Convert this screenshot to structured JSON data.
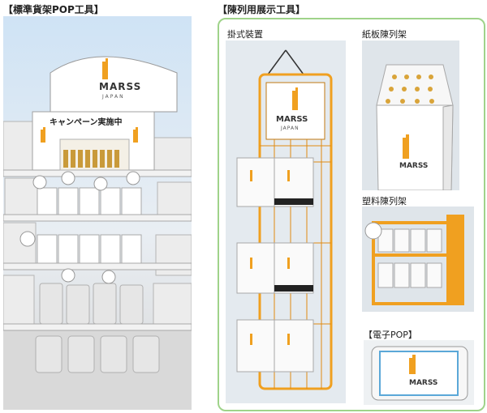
{
  "left_section": {
    "title": "【標準貨架POP工具】",
    "banner_text": "キャンペーン実施中"
  },
  "right_section": {
    "title": "【陳列用展示工具】",
    "hanging": "掛式裝置",
    "paper_rack": "紙板陳列架",
    "plastic_rack": "塑料陳列架",
    "electronic": "【電子POP】"
  },
  "brand": {
    "name": "MARSS",
    "sub": "JAPAN"
  },
  "colors": {
    "accent": "#f0a020",
    "border_green": "#9fd38a"
  }
}
